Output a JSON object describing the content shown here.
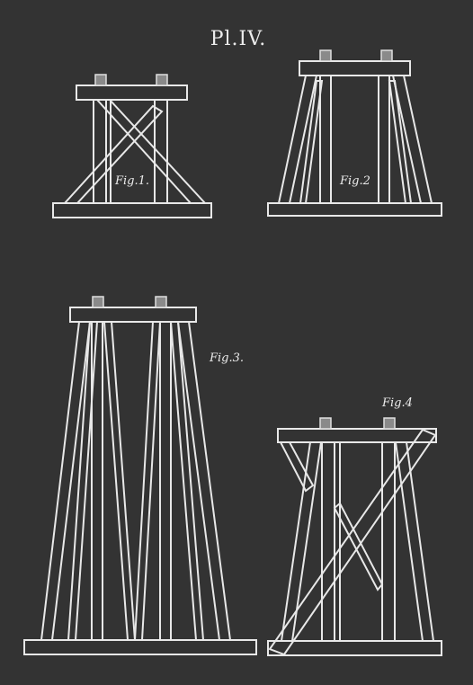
{
  "plate_title": "Pl.IV.",
  "figures": [
    {
      "label": "Fig.1."
    },
    {
      "label": "Fig.2"
    },
    {
      "label": "Fig.3."
    },
    {
      "label": "Fig.4"
    }
  ],
  "colors": {
    "background": "#333333",
    "line": "#e8e8e8",
    "cap": "#8a8a8a"
  }
}
